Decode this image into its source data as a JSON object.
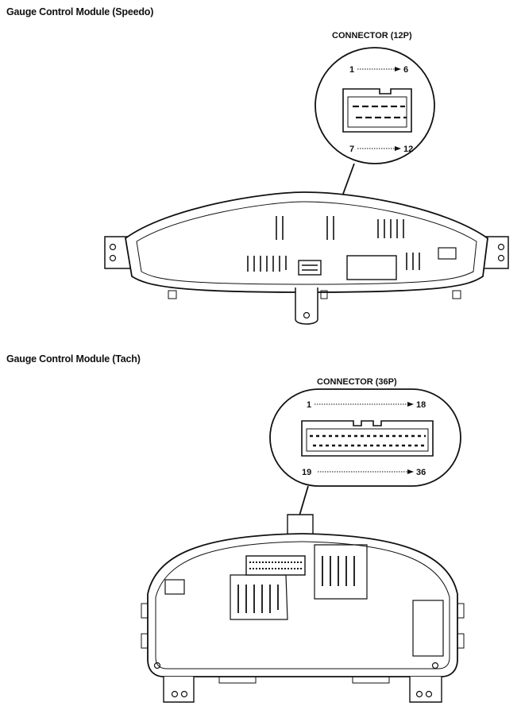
{
  "sections": [
    {
      "title": "Gauge Control Module (Speedo)",
      "connector": {
        "label": "CONNECTOR (12P)",
        "top_start": "1",
        "top_end": "6",
        "bottom_start": "7",
        "bottom_end": "12"
      }
    },
    {
      "title": "Gauge Control Module (Tach)",
      "connector": {
        "label": "CONNECTOR (36P)",
        "top_start": "1",
        "top_end": "18",
        "bottom_start": "19",
        "bottom_end": "36"
      }
    }
  ]
}
